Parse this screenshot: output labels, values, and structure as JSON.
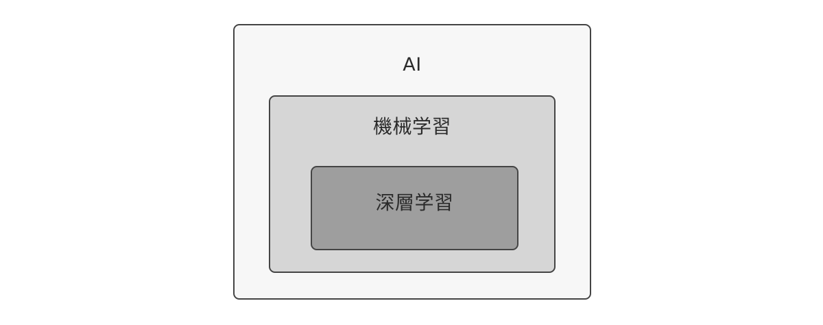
{
  "diagram": {
    "type": "nested-concentric-boxes",
    "background_color": "#ffffff",
    "levels": [
      {
        "id": "ai",
        "label": "AI",
        "fill_color": "#f7f7f7",
        "border_color": "#444444",
        "text_color": "#2b2b2b",
        "depth": 1
      },
      {
        "id": "machine-learning",
        "label": "機械学習",
        "fill_color": "#d6d6d6",
        "border_color": "#444444",
        "text_color": "#2b2b2b",
        "depth": 2
      },
      {
        "id": "deep-learning",
        "label": "深層学習",
        "fill_color": "#9e9e9e",
        "border_color": "#444444",
        "text_color": "#2b2b2b",
        "depth": 3
      }
    ]
  }
}
